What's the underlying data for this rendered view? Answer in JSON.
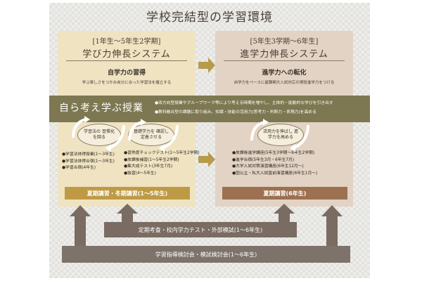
{
  "title": "学校完結型の学習環境",
  "left": {
    "period": "[1年生〜5年生2学期]",
    "system": "学び力伸長システム",
    "goal": "自学力の習得",
    "goal_desc": "学ぶ楽しさをつかみ自分に合った学習法を確立する",
    "oval1": "学習法の 習慣化を図る",
    "oval2": "基礎学力を 確認し定着させる",
    "list1": [
      "●学習法体得授業(1〜3年生)",
      "●学習法体得合宿(1〜3年生)",
      "●学習合宿(4年生)"
    ],
    "list2": [
      "●習熟度チェックテスト(1〜5年生2学期)",
      "●放課後補習(1〜5年生2学期)",
      "●集大成テスト(3年生7月)",
      "●独習(4〜5年生)"
    ],
    "bar": "夏期講習・冬期講習(1〜5年生)"
  },
  "right": {
    "period": "[5年生3学期〜6年生]",
    "system": "進学力伸長システム",
    "goal": "進学力への転化",
    "goal_desc": "自学力をベースに最難関大入試対応の現役進学力をつける",
    "oval": "活用力を伸ばし 進学力を高める",
    "list": [
      "●放課後進学講座(5年生3学期〜6年生2学期)",
      "●進学合宿(5年生3月・6年生7月)",
      "●大学入試対策演習講座(6年生12月〜)",
      "●国公立・私大入試直前演習講座(6年生1月〜)"
    ],
    "bar": "夏期講習(6年生)"
  },
  "band": {
    "title": "自ら考え学ぶ授業",
    "items": [
      "●双方向型授業やグループワーク等により考える時間を増やし、主体的・能動的な学びを引き出す",
      "●教科融合型の課題に取り組み、知識・技能の活用力(思考力・判断力・表現力)を高める"
    ]
  },
  "bottom_bar1": "定期考査・校内学力テスト・外部模試(1〜6年生)",
  "bottom_bar2": "学習指導検討会・模試検討会(1〜6年生)",
  "colors": {
    "left_panel": "#efe3c2",
    "right_panel": "#e2d3c4",
    "band": "#7d7851",
    "left_bar": "#bf9a44",
    "right_bar": "#9c7050",
    "gray_bar": "#7a6c62",
    "arrow_gold": "#b79a4a",
    "arrow_gray": "#7a6c62"
  }
}
